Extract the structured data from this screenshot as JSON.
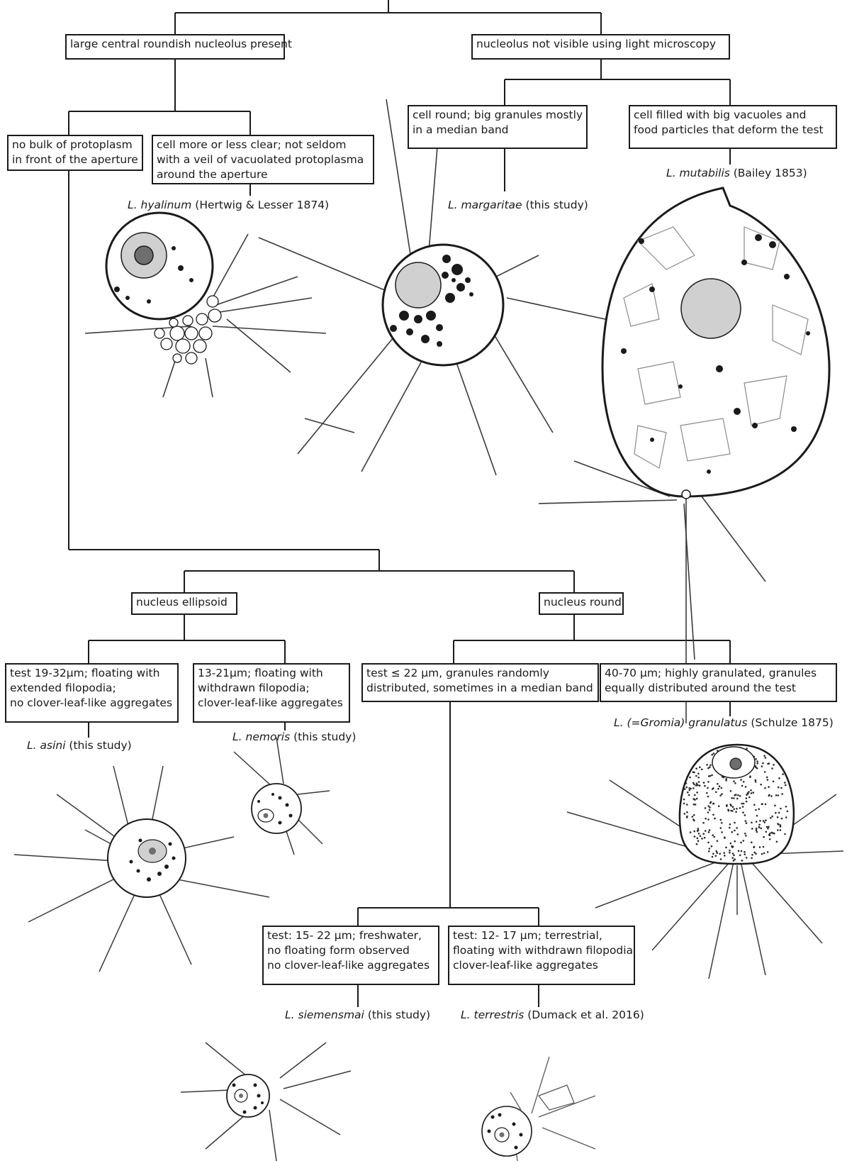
{
  "boxes": {
    "b1": [
      "large central roundish nucleolus present"
    ],
    "b2": [
      "nucleolus not visible using light microscopy"
    ],
    "b3": [
      "no bulk of protoplasm",
      "in front of the aperture"
    ],
    "b4": [
      "cell more or less clear;  not seldom",
      "with a veil of vacuolated protoplasma",
      "around the aperture"
    ],
    "b5": [
      "cell round; big granules mostly",
      "in a median band"
    ],
    "b6": [
      "cell filled with big vacuoles and",
      "food particles that deform the test"
    ],
    "b7": [
      "nucleus ellipsoid"
    ],
    "b8": [
      "nucleus round"
    ],
    "b9": [
      "test 19-32µm; floating with",
      "extended filopodia;",
      "no clover-leaf-like aggregates"
    ],
    "b10": [
      "13-21µm; floating with",
      "withdrawn filopodia;",
      "clover-leaf-like aggregates"
    ],
    "b11": [
      "test ≤ 22 µm, granules randomly",
      "distributed, sometimes in a median band"
    ],
    "b12": [
      "40-70 µm; highly granulated, granules",
      "equally distributed around the test"
    ],
    "b13": [
      "test: 15- 22 µm; freshwater,",
      "no floating form observed",
      "no clover-leaf-like aggregates"
    ],
    "b14": [
      "test: 12- 17 µm; terrestrial,",
      "floating with withdrawn filopodia",
      "clover-leaf-like aggregates"
    ]
  },
  "species": {
    "hyalinum": {
      "name": "L. hyalinum",
      "authority": " (Hertwig & Lesser 1874)"
    },
    "margaritae": {
      "name": "L. margaritae",
      "authority": " (this study)"
    },
    "mutabilis": {
      "name": "L. mutabilis",
      "authority": " (Bailey 1853)"
    },
    "granulatus": {
      "name": "L. (=Gromia) granulatus",
      "authority": " (Schulze 1875)"
    },
    "asini": {
      "name": "L. asini",
      "authority": "  (this study)"
    },
    "nemoris": {
      "name": "L. nemoris",
      "authority": " (this study)"
    },
    "siemensmai": {
      "name": "L. siemensmai",
      "authority": " (this study)"
    },
    "terrestris": {
      "name": "L. terrestris",
      "authority": " (Dumack et al. 2016)"
    }
  },
  "colors": {
    "line": "#1a1a1a",
    "nucleus_fill": "#d0d0d0",
    "nucleolus_fill": "#6e6e6e",
    "filopodia": "#3a3a3a"
  }
}
